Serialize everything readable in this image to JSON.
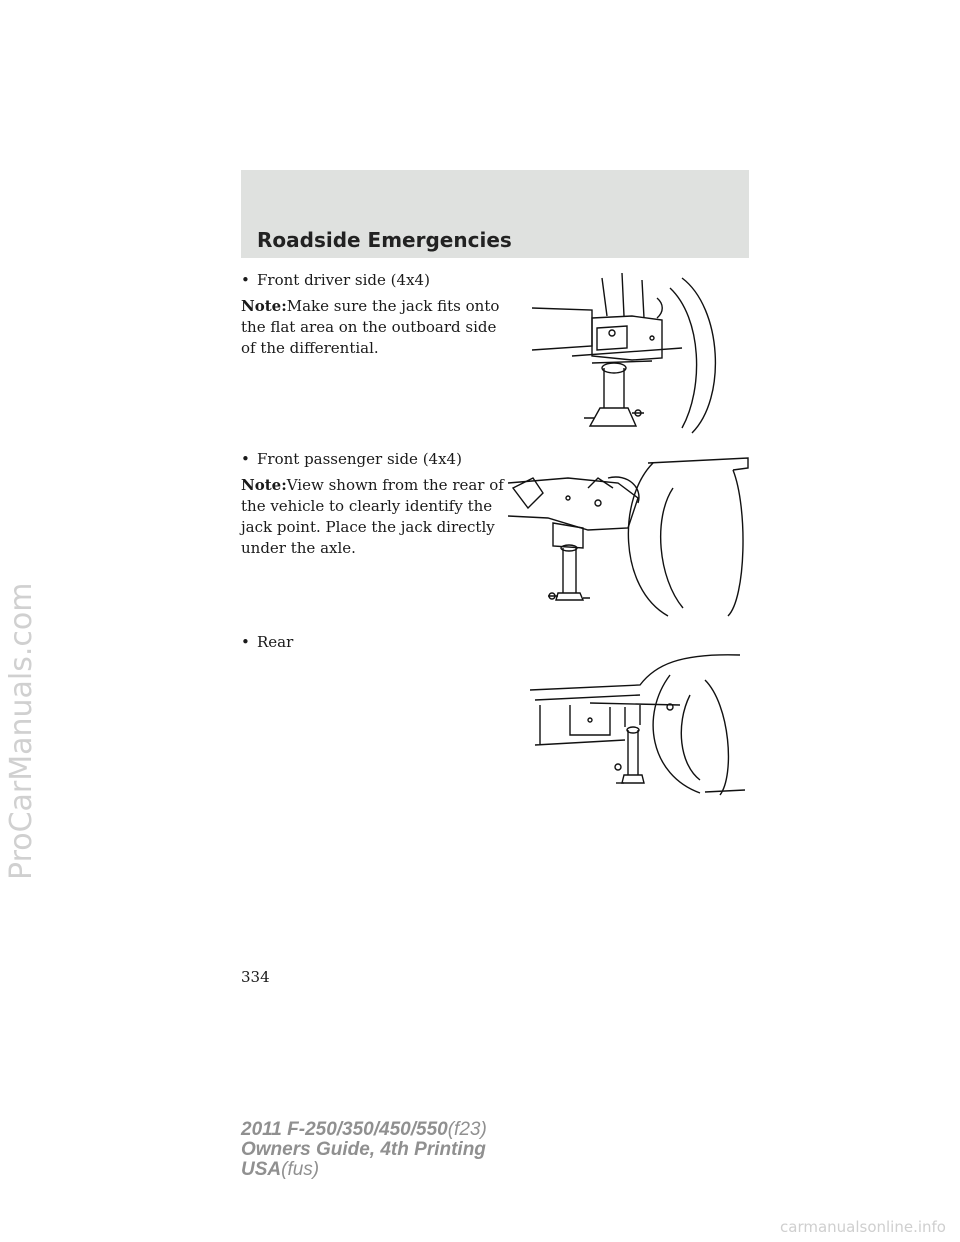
{
  "watermark_side": "ProCarManuals.com",
  "watermark_bottom": "carmanualsonline.info",
  "header": {
    "title": "Roadside Emergencies"
  },
  "sections": [
    {
      "bullet": "Front driver side (4x4)",
      "note_label": "Note:",
      "note_text": "Make sure the jack fits onto the flat area on the outboard side of the differential."
    },
    {
      "bullet": "Front passenger side (4x4)",
      "note_label": "Note:",
      "note_text": "View shown from the rear of the vehicle to clearly identify the jack point. Place the jack directly under the axle."
    },
    {
      "bullet": "Rear"
    }
  ],
  "bullet_glyph": "•",
  "page_number": "334",
  "footer": {
    "line1_bold": "2011 F-250/350/450/550",
    "line1_light": "(f23)",
    "line2": "Owners Guide, 4th Printing",
    "line3_bold": "USA",
    "line3_light": "(fus)"
  },
  "colors": {
    "header_band": "#dfe1df",
    "footer_text": "#909090"
  }
}
